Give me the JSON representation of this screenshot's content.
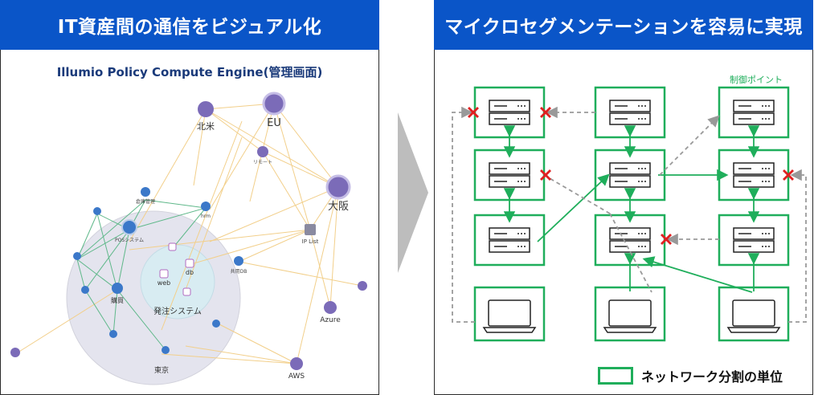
{
  "left_panel": {
    "header": "IT資産間の通信をビジュアル化",
    "subtitle": "Illumio Policy Compute Engine(管理画面)",
    "nodes": {
      "hokubei": "北米",
      "eu": "EU",
      "remote": "リモート",
      "osaka": "大阪",
      "iplist": "IP List",
      "azure": "Azure",
      "aws": "AWS",
      "tokyo": "東京",
      "hacchu": "発注システム",
      "kobai": "購買",
      "pos": "POSシステム",
      "hrm": "hrm",
      "web": "web",
      "db": "db",
      "kyoyu": "共用DB",
      "soukozaiko": "倉庫管理"
    }
  },
  "right_panel": {
    "header": "マイクロセグメンテーションを容易に実現",
    "control_point_label": "制御ポイント",
    "legend_label": "ネットワーク分割の単位"
  },
  "colors": {
    "header_bg": "#0a55c8",
    "segment_green": "#1fae5b",
    "block_red": "#e02020",
    "node_purple": "#7b6bb8",
    "node_blue": "#3b78c9"
  }
}
